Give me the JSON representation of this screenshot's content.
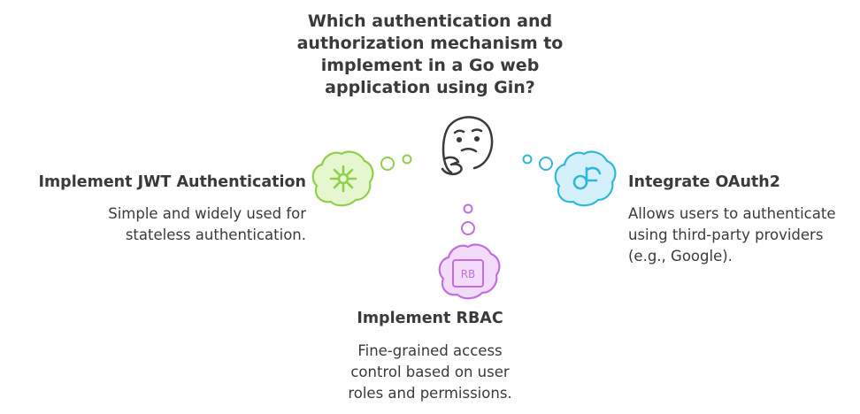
{
  "question": "Which authentication and authorization mechanism to implement in a Go web application using Gin?",
  "options": {
    "jwt": {
      "title": "Implement JWT Authentication",
      "description": "Simple and widely used for stateless authentication.",
      "icon": "asterisk-icon",
      "color": "#8fd04a",
      "fill": "#e6f6cf"
    },
    "oauth": {
      "title": "Integrate OAuth2",
      "description": "Allows users to authenticate using third-party providers (e.g., Google).",
      "icon": "oauth-logo-icon",
      "color": "#2fb7dd",
      "fill": "#d4f1fb"
    },
    "rbac": {
      "title": "Implement RBAC",
      "description": "Fine-grained access control based on user roles and permissions.",
      "icon_label": "RB",
      "icon": "rbac-badge-icon",
      "color": "#c06ee0",
      "fill": "#f3dcfb"
    }
  },
  "center_icon": "thinking-face-icon"
}
